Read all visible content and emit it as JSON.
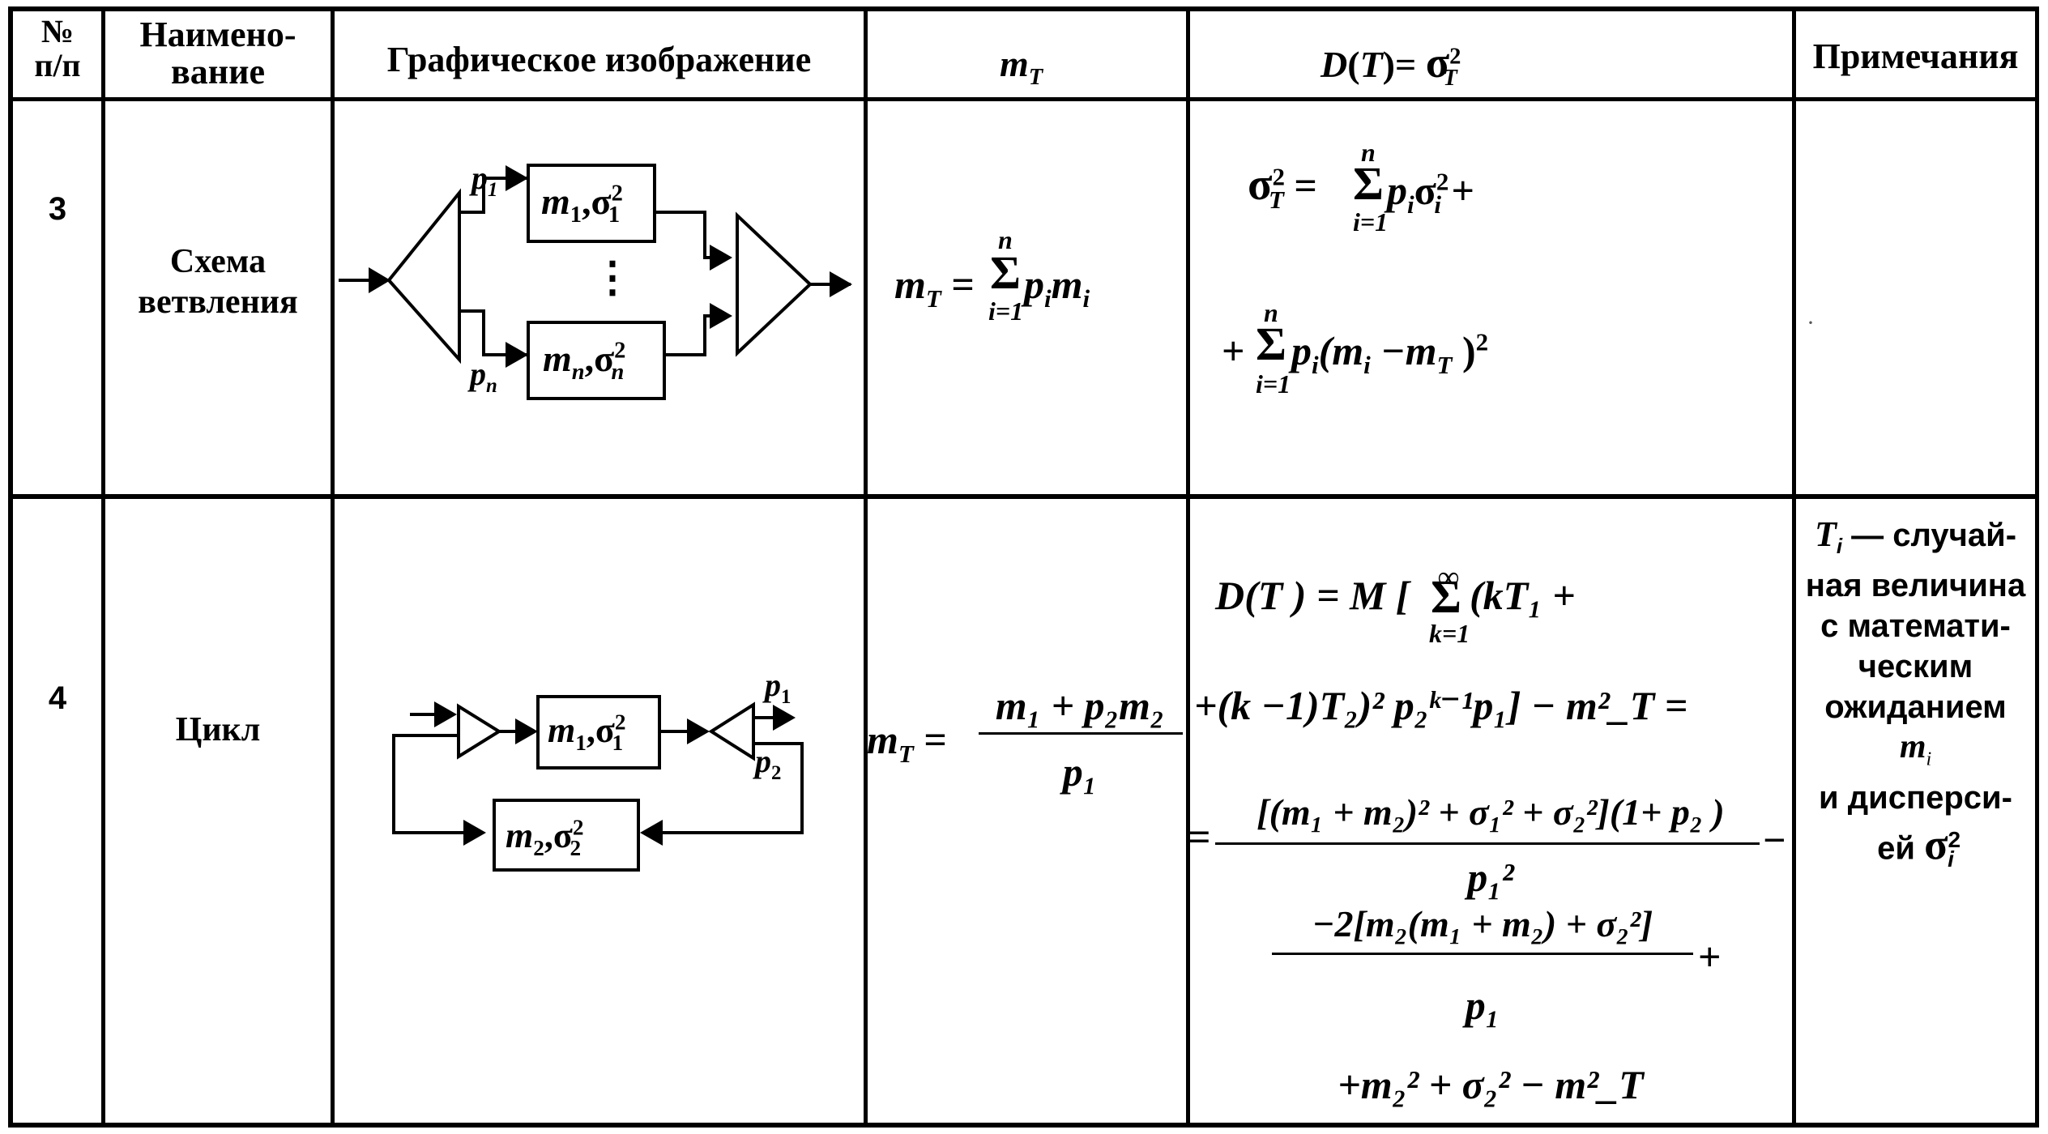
{
  "header": {
    "num": "№\nп/п",
    "name": "Наимено-\nвание",
    "graphic": "Графическое изображение",
    "mt": "m",
    "mt_sub": "T",
    "dt_lhs": "D(T)=",
    "dt_rhs_sigma": "σ",
    "dt_sup": "2",
    "dt_sub": "T",
    "notes": "Примечания"
  },
  "rows": [
    {
      "num": "3",
      "name": "Схема\nветвления",
      "diagram": {
        "labels": {
          "p_top": "p",
          "p_top_sub": "1",
          "p_bot": "p",
          "p_bot_sub": "n",
          "dots": "⋮"
        },
        "block_top": {
          "m": "m",
          "m_sub": "1",
          "sigma": "σ",
          "sigma_sub": "1",
          "sigma_sup": "2"
        },
        "block_bot": {
          "m": "m",
          "m_sub": "n",
          "sigma": "σ",
          "sigma_sub": "n",
          "sigma_sup": "2"
        }
      },
      "mt_formula": {
        "lhs": "m",
        "lhs_sub": "T",
        "eq": "=",
        "sum_top": "n",
        "sum_bot": "i=1",
        "body": "p",
        "body_sub": "i",
        "body2": "m",
        "body2_sub": "i"
      },
      "dt_formula": {
        "line1": {
          "lhs": "σ",
          "lhs_sup": "2",
          "lhs_sub": "T",
          "eq": "=",
          "sum_top": "n",
          "sum_bot": "i=1",
          "body": "p",
          "body_sub": "i",
          "body2": "σ",
          "body2_sup": "2",
          "body2_sub": "i",
          "tail": "+"
        },
        "line2": {
          "lead": "+",
          "sum_top": "n",
          "sum_bot": "i=1",
          "body": "p",
          "body_sub": "i",
          "body2": "(m",
          "body2_sub": "i",
          "body3": "−m",
          "body3_sub": "T",
          "body4": ")",
          "body4_sup": "2"
        }
      },
      "notes": "",
      "stray_mark": "·"
    },
    {
      "num": "4",
      "name": "Цикл",
      "diagram": {
        "labels": {
          "p1": "p",
          "p1_sub": "1",
          "p2": "p",
          "p2_sub": "2"
        },
        "block_top": {
          "m": "m",
          "m_sub": "1",
          "sigma": "σ",
          "sigma_sub": "1",
          "sigma_sup": "2"
        },
        "block_bot": {
          "m": "m",
          "m_sub": "2",
          "sigma": "σ",
          "sigma_sub": "2",
          "sigma_sup": "2"
        }
      },
      "mt_formula": {
        "lhs": "m",
        "lhs_sub": "T",
        "eq": "=",
        "num": "m₁ + p₂m₂",
        "den": "p₁"
      },
      "dt_formula": {
        "line1": "D(T ) = M [",
        "line1_sum_top": "∞",
        "line1_sum_bot": "k=1",
        "line1_tail": "(kT₁ +",
        "line2": "+(k −1)T₂)² p₂ᵏ⁻¹p₁] − m²_T =",
        "frac1_num": "[(m₁ + m₂)² + σ₁² + σ₂²](1+ p₂ )",
        "frac1_den": "p₁²",
        "frac1_lead": "=",
        "frac1_tail": "−",
        "frac2_num": "−2[m₂(m₁ + m₂) + σ₂²]",
        "frac2_den": "p₁",
        "frac2_tail": "+",
        "line_last": "+m₂² + σ₂² − m²_T"
      },
      "notes": {
        "l1": "T",
        "l1_sub": "i",
        "l1_rest": " — случай-",
        "l2": "ная величина",
        "l3": "с математи-",
        "l4": "ческим",
        "l5": "ожиданием",
        "l6": "m",
        "l6_sub": "i",
        "l7": "и дисперси-",
        "l8": "ей ",
        "l8_sigma": "σ",
        "l8_sup": "2",
        "l8_sub": "i"
      }
    }
  ]
}
